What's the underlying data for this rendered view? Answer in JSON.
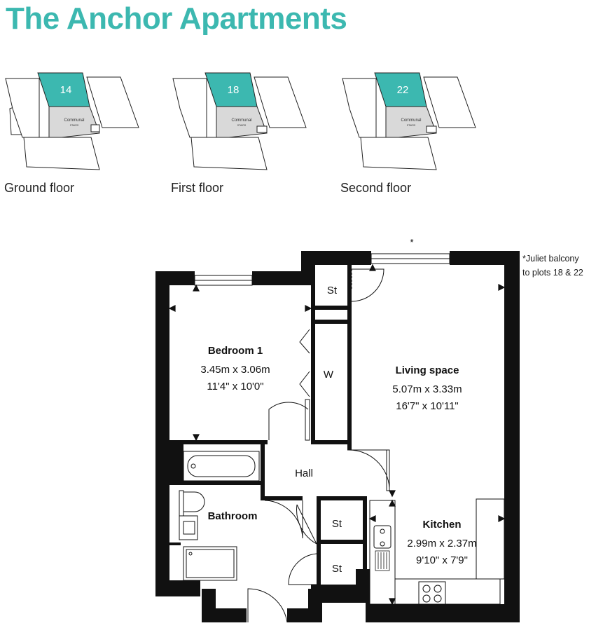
{
  "title": "The Anchor Apartments",
  "keyplans": [
    {
      "floor_label": "Ground floor",
      "plot": "14",
      "communal_label": "Communal",
      "communal_sub": "STAIRS"
    },
    {
      "floor_label": "First floor",
      "plot": "18",
      "communal_label": "Communal",
      "communal_sub": "STAIRS"
    },
    {
      "floor_label": "Second floor",
      "plot": "22",
      "communal_label": "Communal",
      "communal_sub": "STAIRS"
    }
  ],
  "colors": {
    "accent": "#3cb8b0",
    "communal": "#d9d9d9",
    "wall": "#111111"
  },
  "note": {
    "line1": "*Juliet balcony",
    "line2": "to plots 18 & 22",
    "marker": "*"
  },
  "rooms": {
    "bedroom": {
      "name": "Bedroom 1",
      "metric": "3.45m x 3.06m",
      "imperial": "11'4\" x 10'0\""
    },
    "living": {
      "name": "Living space",
      "metric": "5.07m x 3.33m",
      "imperial": "16'7\" x 10'11\""
    },
    "kitchen": {
      "name": "Kitchen",
      "metric": "2.99m x 2.37m",
      "imperial": "9'10\" x 7'9\""
    },
    "bathroom": {
      "name": "Bathroom"
    },
    "hall": {
      "name": "Hall"
    },
    "wardrobe": {
      "name": "W"
    },
    "store_top": {
      "name": "St"
    },
    "store_mid": {
      "name": "St"
    },
    "store_bottom": {
      "name": "St"
    }
  }
}
